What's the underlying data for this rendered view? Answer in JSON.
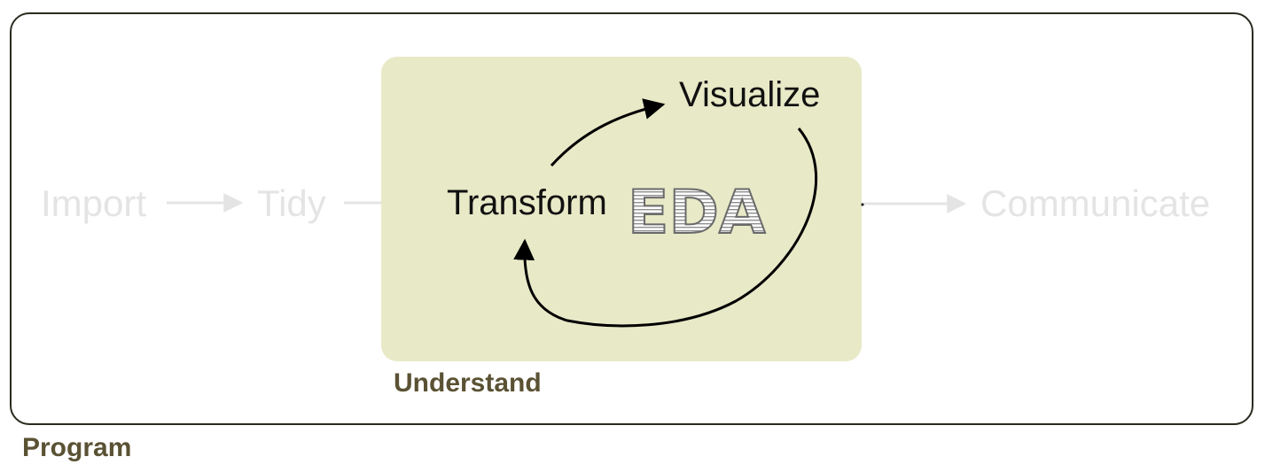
{
  "labels": {
    "import": "Import",
    "tidy": "Tidy",
    "transform": "Transform",
    "visualize": "Visualize",
    "communicate": "Communicate",
    "eda": "EDA",
    "understand": "Understand",
    "program": "Program"
  },
  "colors": {
    "understand_fill": "#e8e9c7",
    "faded_text": "#e4e4e4",
    "group_label": "#5a5233",
    "frame_border": "#2b2a20"
  }
}
